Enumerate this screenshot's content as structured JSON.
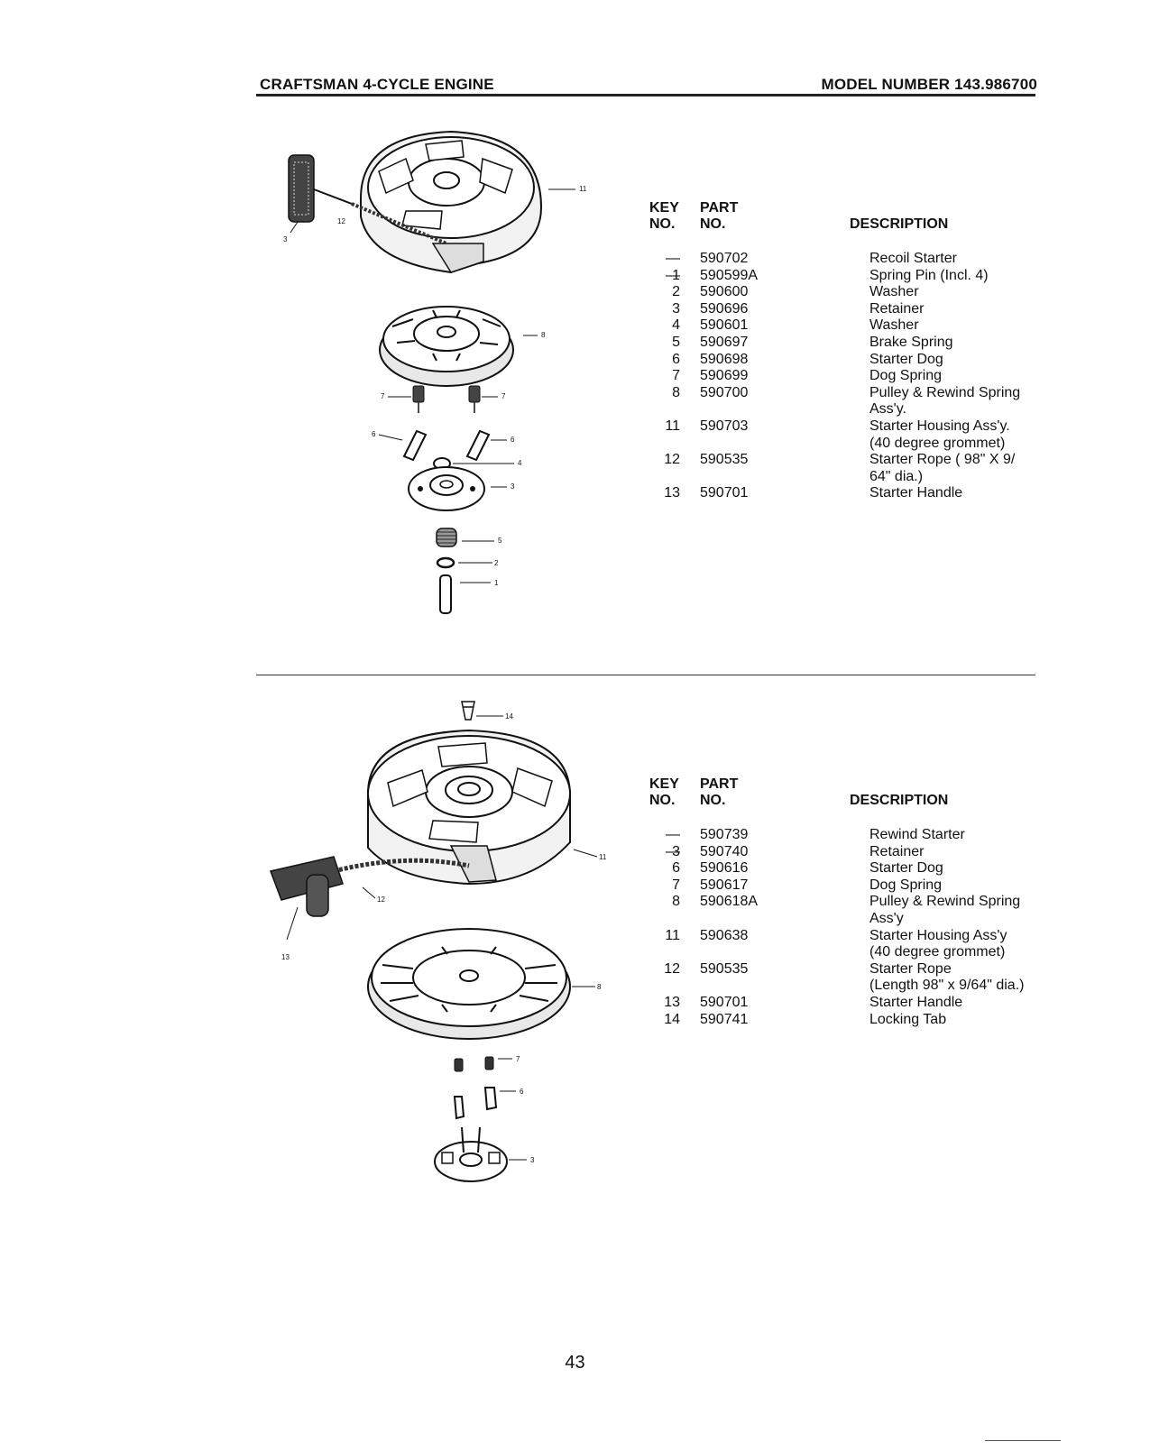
{
  "header": {
    "left": "CRAFTSMAN 4-CYCLE ENGINE",
    "right": "MODEL NUMBER 143.986700"
  },
  "columns": {
    "key_line1": "KEY",
    "key_line2": "NO.",
    "part_line1": "PART",
    "part_line2": "NO.",
    "description": "DESCRIPTION"
  },
  "section1": {
    "rows": [
      {
        "key": "— —",
        "part": "590702",
        "desc": "Recoil Starter"
      },
      {
        "key": "1",
        "part": "590599A",
        "desc": "Spring Pin (Incl. 4)"
      },
      {
        "key": "2",
        "part": "590600",
        "desc": "Washer"
      },
      {
        "key": "3",
        "part": "590696",
        "desc": "Retainer"
      },
      {
        "key": "4",
        "part": "590601",
        "desc": "Washer"
      },
      {
        "key": "5",
        "part": "590697",
        "desc": "Brake Spring"
      },
      {
        "key": "6",
        "part": "590698",
        "desc": "Starter Dog"
      },
      {
        "key": "7",
        "part": "590699",
        "desc": "Dog Spring"
      },
      {
        "key": "8",
        "part": "590700",
        "desc": "Pulley & Rewind Spring",
        "desc2": "Ass'y."
      },
      {
        "key": "11",
        "part": "590703",
        "desc": "Starter Housing Ass'y.",
        "desc2": "(40 degree grommet)"
      },
      {
        "key": "12",
        "part": "590535",
        "desc": "Starter Rope ( 98\" X 9/",
        "desc2": "64\" dia.)"
      },
      {
        "key": "13",
        "part": "590701",
        "desc": "Starter Handle"
      }
    ],
    "callouts": [
      "11",
      "12",
      "3",
      "8",
      "7",
      "7",
      "6",
      "6",
      "4",
      "3",
      "5",
      "2",
      "1"
    ]
  },
  "section2": {
    "rows": [
      {
        "key": "— —",
        "part": "590739",
        "desc": "Rewind Starter"
      },
      {
        "key": "3",
        "part": "590740",
        "desc": "Retainer"
      },
      {
        "key": "6",
        "part": "590616",
        "desc": "Starter Dog"
      },
      {
        "key": "7",
        "part": "590617",
        "desc": "Dog Spring"
      },
      {
        "key": "8",
        "part": "590618A",
        "desc": "Pulley & Rewind Spring",
        "desc2": "Ass'y"
      },
      {
        "key": "11",
        "part": "590638",
        "desc": "Starter Housing Ass'y",
        "desc2": "(40 degree grommet)"
      },
      {
        "key": "12",
        "part": "590535",
        "desc": "Starter Rope",
        "desc2": "(Length 98\" x 9/64\" dia.)"
      },
      {
        "key": "13",
        "part": "590701",
        "desc": "Starter Handle"
      },
      {
        "key": "14",
        "part": "590741",
        "desc": "Locking Tab"
      }
    ],
    "callouts": [
      "14",
      "11",
      "12",
      "13",
      "8",
      "7",
      "6",
      "3"
    ]
  },
  "page_number": "43"
}
